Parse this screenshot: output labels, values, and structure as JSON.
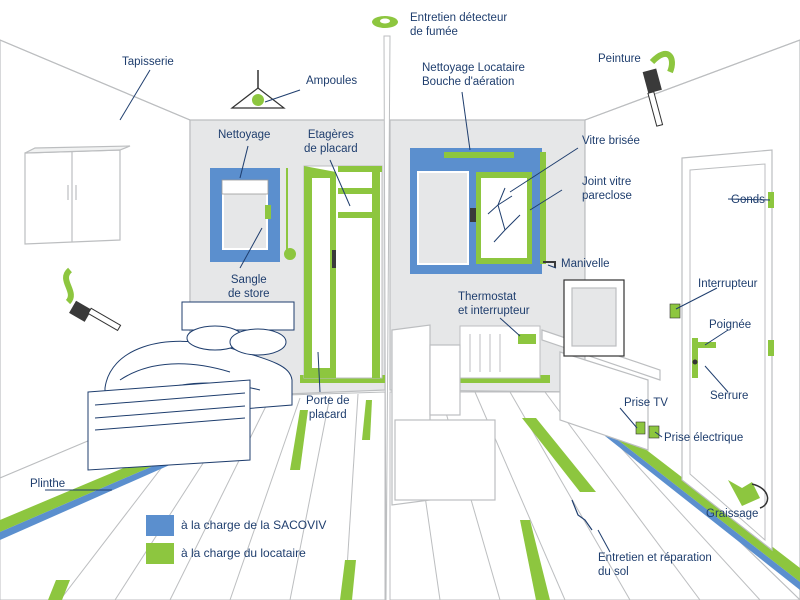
{
  "colors": {
    "sacoviv_blue": "#5b8fce",
    "tenant_green": "#8dc63f",
    "text": "#1f3e6e",
    "wall_grey": "#e6e7e8",
    "line": "#bcbec0"
  },
  "labels": {
    "smoke": [
      "Entretien détecteur",
      "de fumée"
    ],
    "tapisserie": "Tapisserie",
    "ampoules": "Ampoules",
    "nettoyage": "Nettoyage",
    "etageres": [
      "Etagères",
      "de placard"
    ],
    "nettoyage_locataire": [
      "Nettoyage Locataire",
      "Bouche d'aération"
    ],
    "peinture": "Peinture",
    "vitre_brisee": "Vitre brisée",
    "joint_vitre": [
      "Joint vitre",
      "pareclose"
    ],
    "gonds": "Gonds",
    "sangle_store": [
      "Sangle",
      "de store"
    ],
    "manivelle": "Manivelle",
    "interrupteur": "Interrupteur",
    "thermostat": [
      "Thermostat",
      "et interrupteur"
    ],
    "poignee": "Poignée",
    "porte_placard": [
      "Porte de",
      "placard"
    ],
    "serrure": "Serrure",
    "prise_tv": "Prise TV",
    "prise_electrique": "Prise électrique",
    "plinthe": "Plinthe",
    "graissage": "Graissage",
    "entretien_sol": [
      "Entretien et réparation",
      "du sol"
    ]
  },
  "legend": [
    {
      "label": "à la charge de la SACOVIV",
      "color": "#5b8fce"
    },
    {
      "label": "à la charge du locataire",
      "color": "#8dc63f"
    }
  ]
}
